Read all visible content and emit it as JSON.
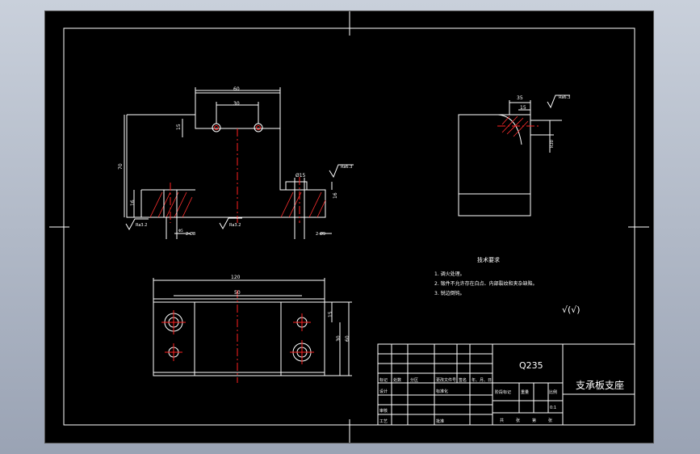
{
  "colors": {
    "paper": "#000000",
    "line": "#ffffff",
    "center_line": "#ff2020",
    "background": "#aab2c2"
  },
  "front_view": {
    "dim_width_top": "60",
    "dim_holes": "30",
    "dim_left_height": "70",
    "dim_hole_top": "15",
    "dim_hole_left": "16",
    "dim_counterbore": "Ø15",
    "dim_right_slot": "16",
    "roughness_left": "Ra3.2",
    "roughness_mid": "Ra3.2",
    "roughness_right": "Ra6.3",
    "hole_note_left": "2-Ø8",
    "tol_left": "Φ5",
    "hole_note_right": "2-Ø9"
  },
  "side_view": {
    "dim_top": "35",
    "dim_inner": "15",
    "roughness": "Ra6.3",
    "dim_r": "R30"
  },
  "top_view": {
    "dim_total": "120",
    "dim_inner": "50",
    "dim_right_small": "15",
    "dim_right_mid": "30",
    "dim_right_total": "60"
  },
  "tech_requirements": {
    "title": "技术要求",
    "items": [
      "1. 调火处理。",
      "2. 锻件不允许存在白点、内部裂纹和夹杂缺陷。",
      "3. 锐边倒钝。"
    ]
  },
  "general_roughness": "√(√)",
  "title_block": {
    "material": "Q235",
    "part_name": "支承板支座",
    "row_labels": [
      "标记",
      "处数",
      "分区",
      "更改文件号",
      "签名",
      "年、月、日"
    ],
    "designer": "设计",
    "standardize": "标准化",
    "reviewer": "审核",
    "process": "工艺",
    "approve": "批准",
    "stage_mark": "阶段标记",
    "weight": "重量",
    "scale": "比例",
    "scale_value": "0:1",
    "sheet_info": [
      "共",
      "张",
      "第",
      "张"
    ]
  }
}
